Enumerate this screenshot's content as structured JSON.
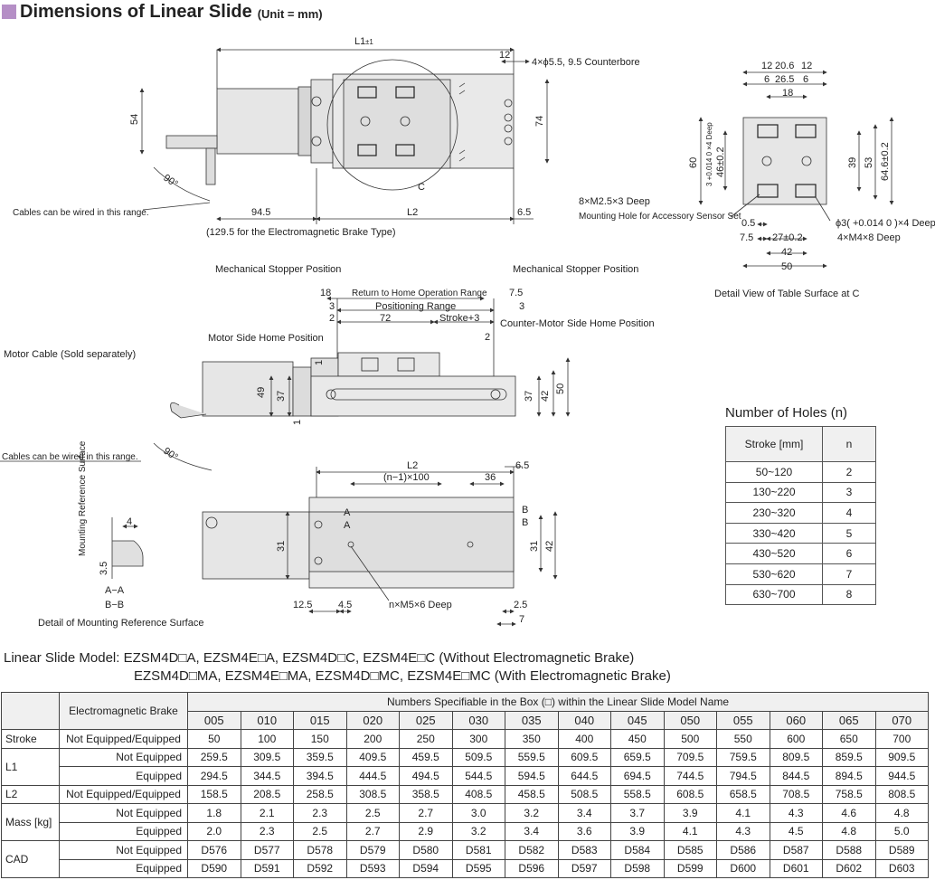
{
  "title": {
    "main": "Dimensions of Linear Slide",
    "unit": "(Unit = mm)"
  },
  "drawing": {
    "top": {
      "L1": "L1",
      "L1_tol": "±1",
      "d12": "12",
      "counterbore": "4×ϕ5.5, 9.5 Counterbore",
      "d54": "54",
      "d74": "74",
      "angle": "90°",
      "cables": "Cables can be wired in this range.",
      "d94_5": "94.5",
      "L2": "L2",
      "d6_5": "6.5",
      "brake_note": "(129.5 for the Electromagnetic Brake Type)",
      "C": "C"
    },
    "detail_c": {
      "d12a": "12",
      "d20_6": "20.6",
      "d12b": "12",
      "d6a": "6",
      "d26_5": "26.5",
      "d6b": "6",
      "d18": "18",
      "d60": "60",
      "d4deep": "3 +0.014 0 ×4 Deep",
      "d46": "46±0.2",
      "d39": "39",
      "d53": "53",
      "d64_6": "64.6±0.2",
      "m25": "8×M2.5×3 Deep",
      "sensor": "Mounting Hole for Accessory Sensor Set",
      "d0_5": "0.5",
      "d7_5": "7.5",
      "d27": "27±0.2",
      "d42": "42",
      "d50": "50",
      "phi3": "ϕ3( +0.014 0 )×4 Deep",
      "m4": "4×M4×8 Deep",
      "caption": "Detail View of Table Surface at C"
    },
    "side": {
      "stopper_left": "Mechanical Stopper Position",
      "stopper_right": "Mechanical Stopper Position",
      "d18": "18",
      "return": "Return to Home Operation Range",
      "d7_5": "7.5",
      "d3a": "3",
      "positioning": "Positioning Range",
      "d3b": "3",
      "d2a": "2",
      "d72": "72",
      "stroke3": "Stroke+3",
      "counter_home": "Counter-Motor Side Home Position",
      "motor_home": "Motor Side Home Position",
      "d2b": "2",
      "d1a": "1",
      "motor_cable": "Motor Cable (Sold separately)",
      "d49": "49",
      "d37a": "37",
      "d1b": "1",
      "d37b": "37",
      "d42": "42",
      "d50": "50",
      "cables": "Cables can be wired in this range.",
      "angle": "90°"
    },
    "bottom": {
      "L2": "L2",
      "d6_5": "6.5",
      "n100": "(n−1)×100",
      "d36": "36",
      "A1": "A",
      "A2": "A",
      "B1": "B",
      "B2": "B",
      "d31a": "31",
      "d31b": "31",
      "d42": "42",
      "d12_5": "12.5",
      "d4_5": "4.5",
      "holes": "n×M5×6 Deep",
      "d2_5": "2.5",
      "d7": "7"
    },
    "mount": {
      "surface": "Mounting Reference Surface",
      "d4": "4",
      "d3_5": "3.5",
      "aa": "A−A",
      "bb": "B−B",
      "caption": "Detail of Mounting Reference Surface"
    }
  },
  "holes_table": {
    "caption": "Number of Holes (n)",
    "headers": [
      "Stroke [mm]",
      "n"
    ],
    "rows": [
      [
        "50~120",
        "2"
      ],
      [
        "130~220",
        "3"
      ],
      [
        "230~320",
        "4"
      ],
      [
        "330~420",
        "5"
      ],
      [
        "430~520",
        "6"
      ],
      [
        "530~620",
        "7"
      ],
      [
        "630~700",
        "8"
      ]
    ]
  },
  "model_line1": "Linear Slide Model: EZSM4D□A, EZSM4E□A, EZSM4D□C, EZSM4E□C (Without Electromagnetic Brake)",
  "model_line2": "EZSM4D□MA, EZSM4E□MA, EZSM4D□MC, EZSM4E□MC (With Electromagnetic Brake)",
  "spec_table": {
    "brake_header": "Electromagnetic Brake",
    "numbers_header": "Numbers Specifiable in the Box (□) within the Linear Slide Model Name",
    "codes": [
      "005",
      "010",
      "015",
      "020",
      "025",
      "030",
      "035",
      "040",
      "045",
      "050",
      "055",
      "060",
      "065",
      "070"
    ],
    "rows": [
      {
        "group": "Stroke",
        "sub": "Not Equipped/Equipped",
        "values": [
          "50",
          "100",
          "150",
          "200",
          "250",
          "300",
          "350",
          "400",
          "450",
          "500",
          "550",
          "600",
          "650",
          "700"
        ]
      },
      {
        "group": "L1",
        "sub": "Not Equipped",
        "values": [
          "259.5",
          "309.5",
          "359.5",
          "409.5",
          "459.5",
          "509.5",
          "559.5",
          "609.5",
          "659.5",
          "709.5",
          "759.5",
          "809.5",
          "859.5",
          "909.5"
        ]
      },
      {
        "group": "",
        "sub": "Equipped",
        "values": [
          "294.5",
          "344.5",
          "394.5",
          "444.5",
          "494.5",
          "544.5",
          "594.5",
          "644.5",
          "694.5",
          "744.5",
          "794.5",
          "844.5",
          "894.5",
          "944.5"
        ]
      },
      {
        "group": "L2",
        "sub": "Not Equipped/Equipped",
        "values": [
          "158.5",
          "208.5",
          "258.5",
          "308.5",
          "358.5",
          "408.5",
          "458.5",
          "508.5",
          "558.5",
          "608.5",
          "658.5",
          "708.5",
          "758.5",
          "808.5"
        ]
      },
      {
        "group": "Mass [kg]",
        "sub": "Not Equipped",
        "values": [
          "1.8",
          "2.1",
          "2.3",
          "2.5",
          "2.7",
          "3.0",
          "3.2",
          "3.4",
          "3.7",
          "3.9",
          "4.1",
          "4.3",
          "4.6",
          "4.8"
        ]
      },
      {
        "group": "",
        "sub": "Equipped",
        "values": [
          "2.0",
          "2.3",
          "2.5",
          "2.7",
          "2.9",
          "3.2",
          "3.4",
          "3.6",
          "3.9",
          "4.1",
          "4.3",
          "4.5",
          "4.8",
          "5.0"
        ]
      },
      {
        "group": "CAD",
        "sub": "Not Equipped",
        "values": [
          "D576",
          "D577",
          "D578",
          "D579",
          "D580",
          "D581",
          "D582",
          "D583",
          "D584",
          "D585",
          "D586",
          "D587",
          "D588",
          "D589"
        ]
      },
      {
        "group": "",
        "sub": "Equipped",
        "values": [
          "D590",
          "D591",
          "D592",
          "D593",
          "D594",
          "D595",
          "D596",
          "D597",
          "D598",
          "D599",
          "D600",
          "D601",
          "D602",
          "D603"
        ]
      }
    ]
  }
}
